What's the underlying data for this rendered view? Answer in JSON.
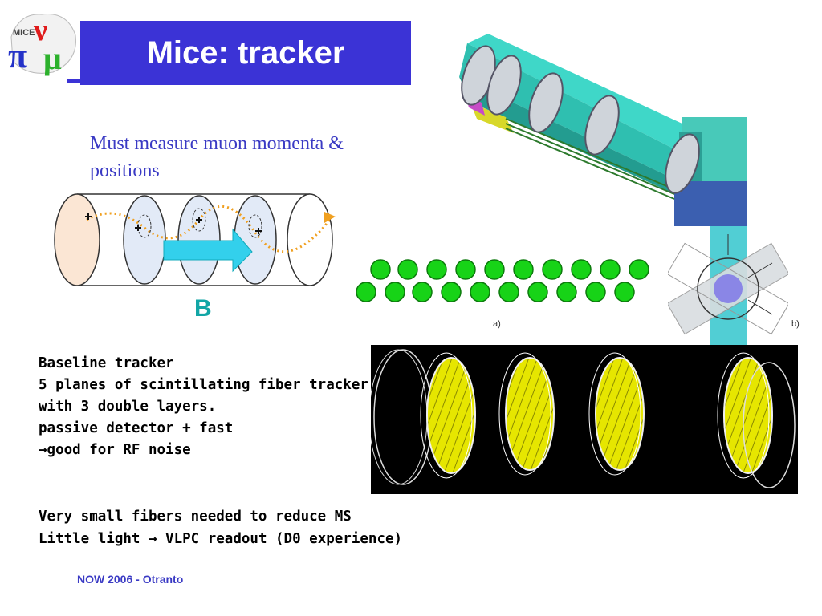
{
  "logo": {
    "text": "MICE",
    "icon": "mice-pi-nu-mu-logo"
  },
  "slide": {
    "title": "Mice: tracker"
  },
  "subtitle": {
    "line1": "Must measure muon momenta &",
    "line2": "positions"
  },
  "sketch": {
    "field_label": "B"
  },
  "figures": {
    "a_label": "a)",
    "b_label": "b)"
  },
  "text_block1": {
    "lines": [
      "Baseline tracker",
      "5 planes of scintillating fiber tracker",
      "with 3 double layers.",
      "passive detector + fast",
      "good for RF noise"
    ],
    "arrow": "→"
  },
  "text_block2": {
    "line1": "Very small fibers needed to reduce MS",
    "line2_part1": "Little light ",
    "line2_arrow": "→",
    "line2_part2": " VLPC readout (D0 experience)"
  },
  "footer": {
    "text": "NOW 2006 - Otranto"
  },
  "colors": {
    "title_bg": "#3b33d6",
    "subtitle": "#3a3ac4",
    "b_label": "#12a6a6",
    "fiber_green": "#17d317",
    "plane_yellow": "#e6e600"
  }
}
